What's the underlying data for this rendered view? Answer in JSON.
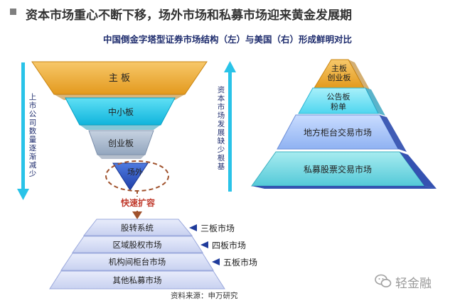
{
  "header": {
    "title": "资本市场重心不断下移，场外市场和私募市场迎来黄金发展期"
  },
  "subtitle": "中国倒金字塔型证券市场结构（左）与美国（右）形成鲜明对比",
  "china": {
    "levels": [
      "主 板",
      "中小板",
      "创业板",
      "场外"
    ],
    "left_note": "上市公司数量逐渐减少",
    "right_note": "资本市场发展缺少根基",
    "expand_label": "快速扩容"
  },
  "otc": {
    "levels": [
      "股转系统",
      "区域股权市场",
      "机构间柜台市场",
      "其他私募市场"
    ],
    "labels": [
      "三板市场",
      "四板市场",
      "五板市场"
    ]
  },
  "usa": {
    "levels": [
      "主板\n创业板",
      "公告板\n粉单",
      "地方柜台交易市场",
      "私募股票交易市场"
    ]
  },
  "source": "资料来源：申万研究",
  "brand": {
    "name": "轻金融",
    "icon": "wechat-icon"
  },
  "colors": {
    "orange": "#f0a830",
    "cyan": "#1cc8e8",
    "grey": "#a9b8cc",
    "blue": "#2a56c8",
    "arrow_cyan": "#29c3e8",
    "red": "#c0392b"
  }
}
